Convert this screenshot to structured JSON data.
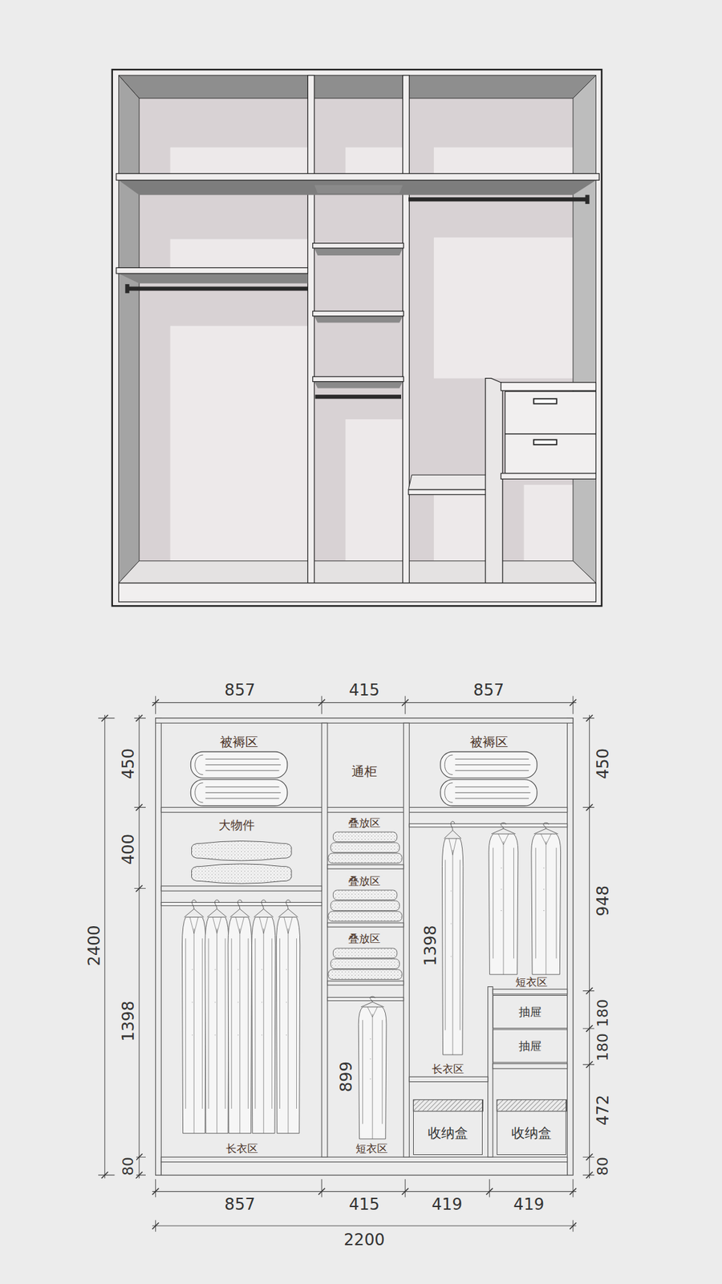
{
  "diagram": {
    "nodes": [
      {
        "text": [
          "抽屉"
        ]
      },
      {
        "text": [
          "抽屉"
        ]
      },
      {
        "text": [
          "收纳盒"
        ]
      },
      {
        "text": [
          "收纳盒"
        ]
      }
    ],
    "labels": [
      "857",
      "415",
      "857",
      "450",
      "400",
      "1398",
      "80",
      "2400",
      "450",
      "948",
      "180",
      "180",
      "472",
      "80",
      "被褥区",
      "通柜",
      "被褥区",
      "大物件",
      "叠放区",
      "叠放区",
      "叠放区",
      "1398",
      "短衣区",
      "899",
      "长衣区",
      "短衣区",
      "长衣区",
      "857",
      "415",
      "419",
      "419",
      "2200"
    ]
  }
}
